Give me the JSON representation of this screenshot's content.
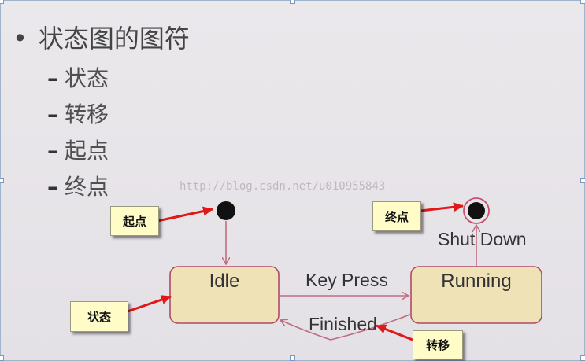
{
  "slide": {
    "title": "状态图的图符",
    "bullet_symbol": "•",
    "dash_symbol": "–",
    "items": [
      "状态",
      "转移",
      "起点",
      "终点"
    ]
  },
  "watermark": "http://blog.csdn.net/u010955843",
  "diagram": {
    "states": [
      {
        "id": "idle",
        "label": "Idle"
      },
      {
        "id": "running",
        "label": "Running"
      }
    ],
    "transitions": [
      {
        "label": "Key Press"
      },
      {
        "label": "Finished"
      },
      {
        "label": "Shut Down"
      }
    ]
  },
  "callouts": {
    "start": "起点",
    "end": "终点",
    "state": "状态",
    "transition": "转移"
  },
  "colors": {
    "state_fill": "#efe2b6",
    "state_border": "#b04a66",
    "transition_line": "#c06c82",
    "arrow_red": "#e01818",
    "callout_fill": "#fffcc8"
  }
}
